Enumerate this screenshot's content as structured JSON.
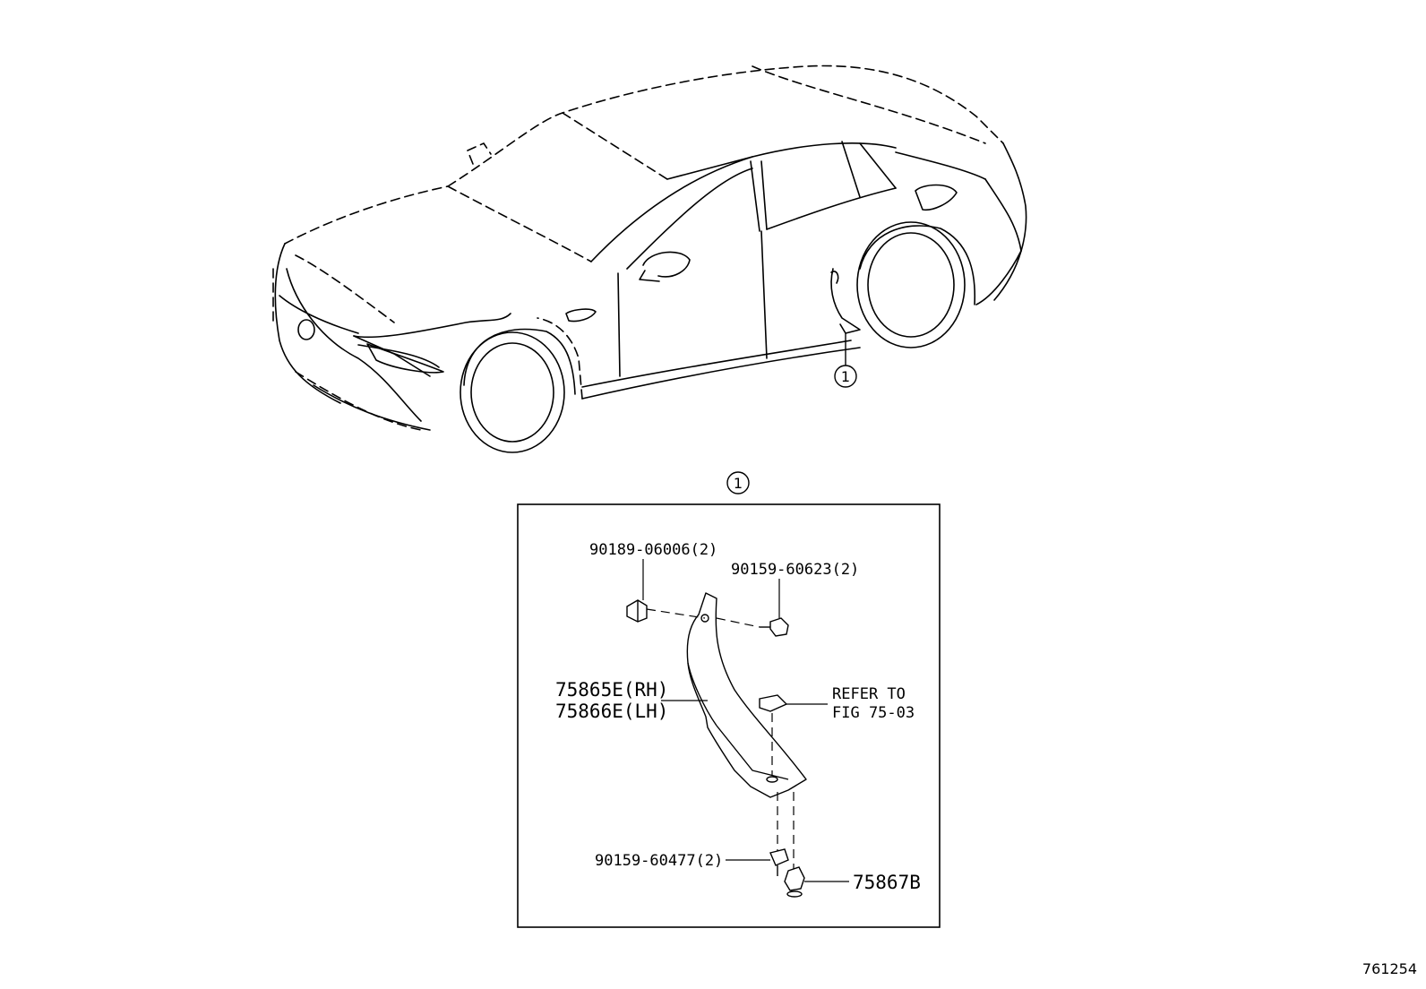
{
  "callout_marker": "1",
  "detail_callout_marker": "1",
  "parts": {
    "clip_top": "90189-06006(2)",
    "screw_top": "90159-60623(2)",
    "mudguard_rh": "75865E(RH)",
    "mudguard_lh": "75866E(LH)",
    "refer_line1": "REFER TO",
    "refer_line2": "FIG 75-03",
    "screw_bottom": "90159-60477(2)",
    "clip_bottom": "75867B"
  },
  "figure_id": "761254",
  "colors": {
    "line": "#000000",
    "background": "#ffffff"
  }
}
